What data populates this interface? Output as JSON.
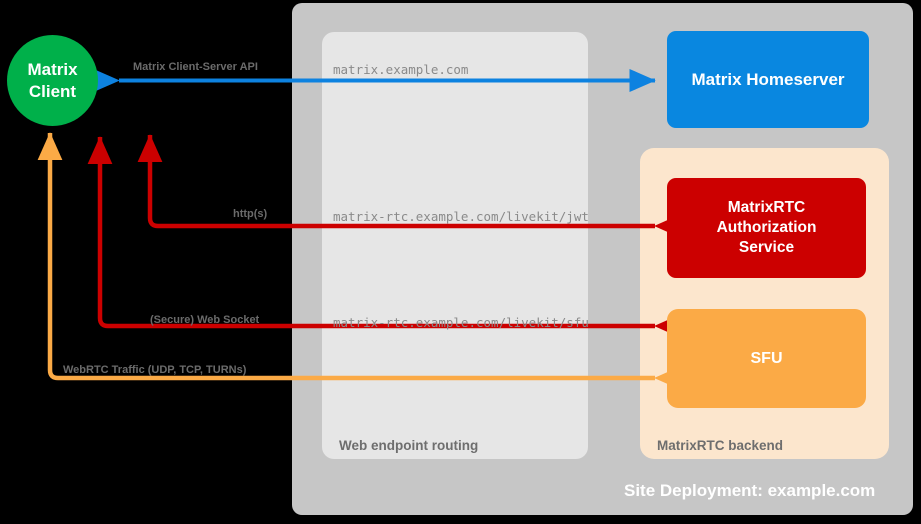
{
  "diagram": {
    "title": "Site Deployment: example.com",
    "colors": {
      "background": "#000000",
      "site_container": "#c6c6c6",
      "web_endpoint_box": "#e6e6e6",
      "matrixrtc_backend_box": "#fce6cd",
      "matrix_client": "#00b04a",
      "matrix_homeserver": "#0987e0",
      "matrixrtc_auth_service": "#cc0000",
      "sfu": "#fbaa46",
      "arrow_blue": "#0d82e0",
      "arrow_red": "#cc0000",
      "arrow_orange": "#fbaa46"
    }
  },
  "nodes": {
    "matrix_client": {
      "line1": "Matrix",
      "line2": "Client"
    },
    "matrix_homeserver": {
      "label": "Matrix Homeserver"
    },
    "matrixrtc_auth": {
      "line1": "MatrixRTC",
      "line2": "Authorization",
      "line3": "Service"
    },
    "sfu": {
      "label": "SFU"
    }
  },
  "containers": {
    "site_deployment": {
      "caption": "Site Deployment: example.com"
    },
    "web_endpoint": {
      "caption": "Web endpoint routing"
    },
    "matrixrtc_backend": {
      "caption": "MatrixRTC backend"
    }
  },
  "edges": [
    {
      "id": "matrix-client-server-api",
      "protocol_label": "Matrix Client-Server API",
      "url": "matrix.example.com",
      "from": "matrix_client",
      "to": "matrix_homeserver",
      "direction": "bidirectional",
      "color": "#0d82e0"
    },
    {
      "id": "livekit-jwt",
      "protocol_label": "http(s)",
      "url": "matrix-rtc.example.com/livekit/jwt",
      "from": "matrix_client",
      "to": "matrixrtc_auth",
      "direction": "bidirectional",
      "color": "#cc0000"
    },
    {
      "id": "livekit-sfu",
      "protocol_label": "(Secure) Web Socket",
      "url": "matrix-rtc.example.com/livekit/sfu",
      "from": "matrix_client",
      "to": "sfu",
      "direction": "bidirectional",
      "color": "#cc0000"
    },
    {
      "id": "webrtc-traffic",
      "protocol_label": "WebRTC Traffic (UDP, TCP, TURNs)",
      "url": "",
      "from": "matrix_client",
      "to": "sfu",
      "direction": "bidirectional",
      "color": "#fbaa46"
    }
  ],
  "edge_labels": {
    "cs_api": "Matrix Client-Server API",
    "https": "http(s)",
    "websocket": "(Secure) Web Socket",
    "webrtc": "WebRTC Traffic (UDP, TCP, TURNs)"
  },
  "urls": {
    "matrix": "matrix.example.com",
    "jwt": "matrix-rtc.example.com/livekit/jwt",
    "sfu": "matrix-rtc.example.com/livekit/sfu"
  }
}
